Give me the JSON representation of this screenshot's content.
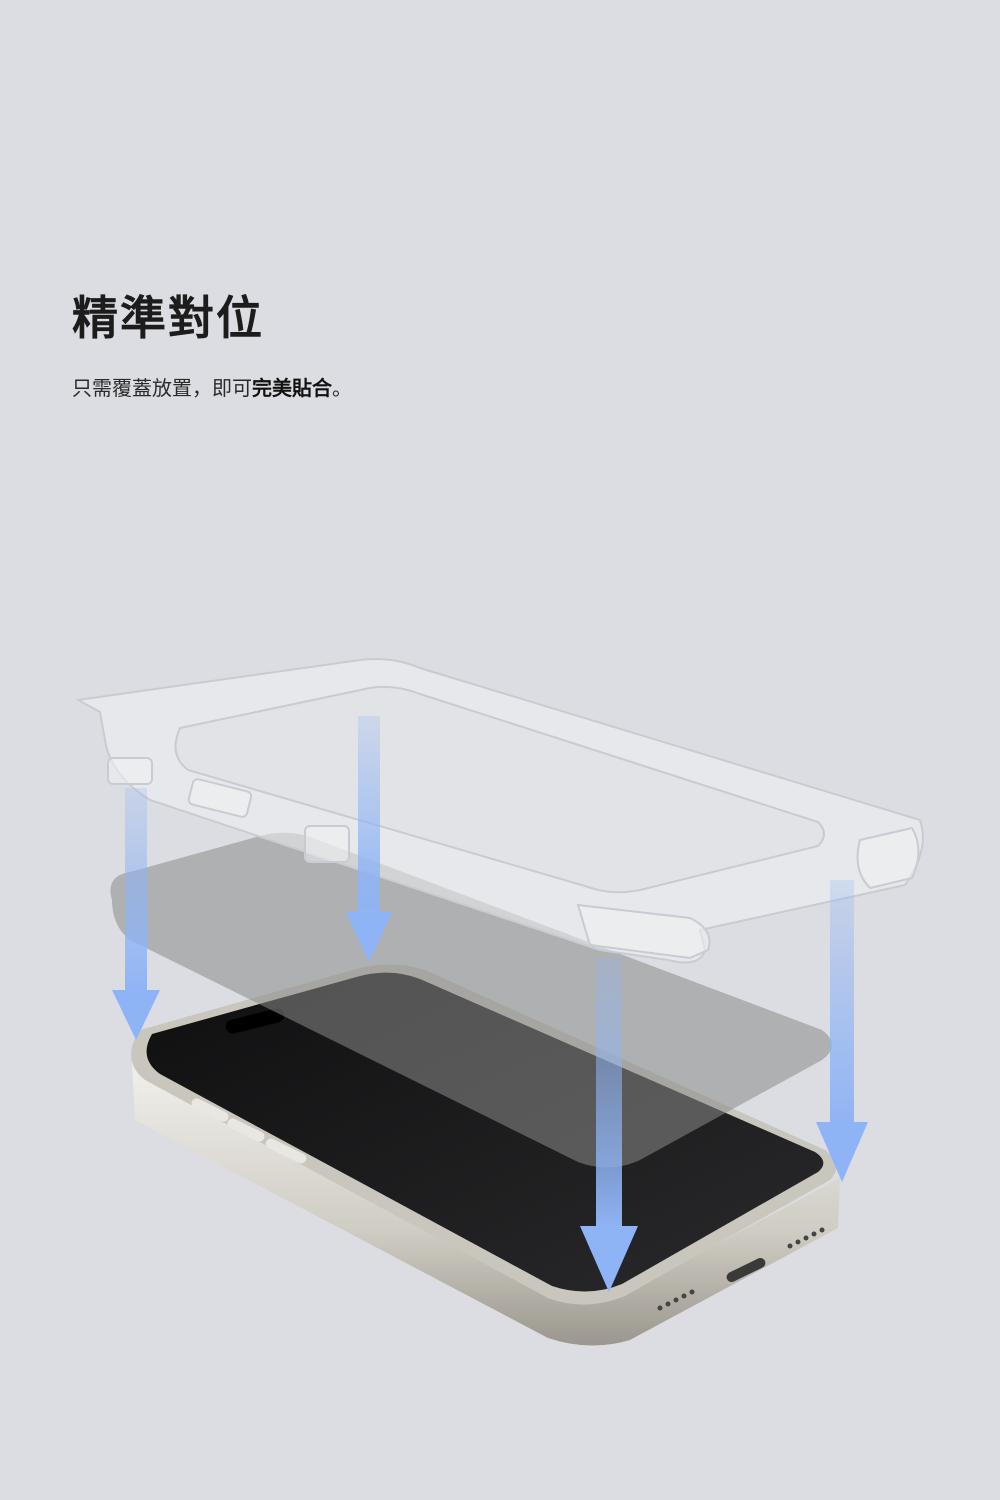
{
  "headline": "精準對位",
  "subline": {
    "lead": "只需覆蓋放置，即可",
    "emphasis": "完美貼合",
    "tail": "。"
  },
  "colors": {
    "background": "#dcdde2",
    "arrow": "#8fb4f5",
    "screen": "#1a1a1a",
    "frame": "#c9c6bd"
  },
  "icons": [
    "down-arrow-icon"
  ]
}
